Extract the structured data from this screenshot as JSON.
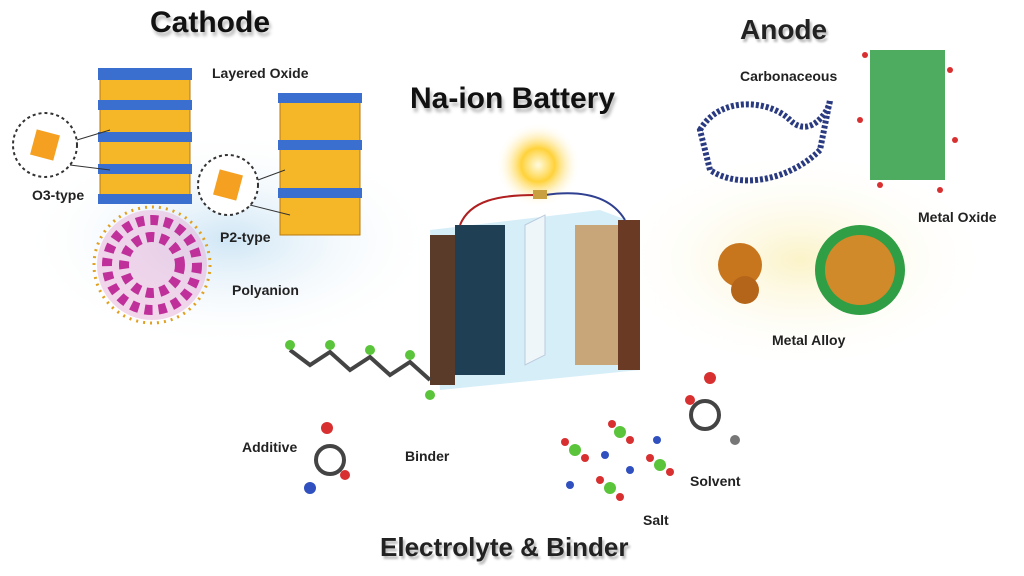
{
  "labels": {
    "cathode": "Cathode",
    "layered_oxide": "Layered Oxide",
    "o3_type": "O3-type",
    "p2_type": "P2-type",
    "polyanion": "Polyanion",
    "title": "Na-ion Battery",
    "anode": "Anode",
    "carbonaceous": "Carbonaceous",
    "metal_oxide": "Metal Oxide",
    "metal_alloy": "Metal Alloy",
    "additive": "Additive",
    "binder": "Binder",
    "solvent": "Solvent",
    "salt": "Salt",
    "electrolyte_binder": "Electrolyte & Binder"
  },
  "colors": {
    "octahedra_yellow": "#f5b728",
    "octahedra_blue": "#3a6fd0",
    "polyanion_magenta": "#c0309a",
    "carbon_blue": "#2a3a80",
    "metal_oxide_green": "#2f9e45",
    "alloy_orange": "#c8761e",
    "electrolyte_bg": "#d6eef8"
  }
}
